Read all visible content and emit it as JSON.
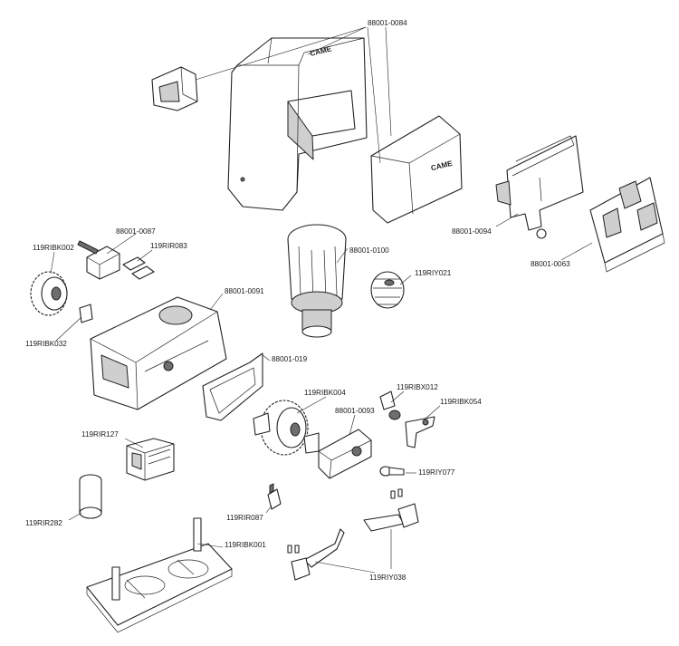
{
  "brand": {
    "logo_text": "CAME"
  },
  "callouts": [
    {
      "id": "c1",
      "text": "88001-0084"
    },
    {
      "id": "c2",
      "text": "88001-0094"
    },
    {
      "id": "c3",
      "text": "88001-0063"
    },
    {
      "id": "c4",
      "text": "88001-0087"
    },
    {
      "id": "c5",
      "text": "119RIR083"
    },
    {
      "id": "c6",
      "text": "119RIBK002"
    },
    {
      "id": "c7",
      "text": "88001-0100"
    },
    {
      "id": "c8",
      "text": "119RIY021"
    },
    {
      "id": "c9",
      "text": "88001-0091"
    },
    {
      "id": "c10",
      "text": "119RIBK032"
    },
    {
      "id": "c11",
      "text": "88001-019"
    },
    {
      "id": "c12",
      "text": "119RIBX012"
    },
    {
      "id": "c13",
      "text": "119RIBK004"
    },
    {
      "id": "c14",
      "text": "88001-0093"
    },
    {
      "id": "c15",
      "text": "119RIBK054"
    },
    {
      "id": "c16",
      "text": "119RIR127"
    },
    {
      "id": "c17",
      "text": "119RIY077"
    },
    {
      "id": "c18",
      "text": "119RIR282"
    },
    {
      "id": "c19",
      "text": "119RIR087"
    },
    {
      "id": "c20",
      "text": "119RIBK001"
    },
    {
      "id": "c21",
      "text": "119RIY038"
    }
  ]
}
